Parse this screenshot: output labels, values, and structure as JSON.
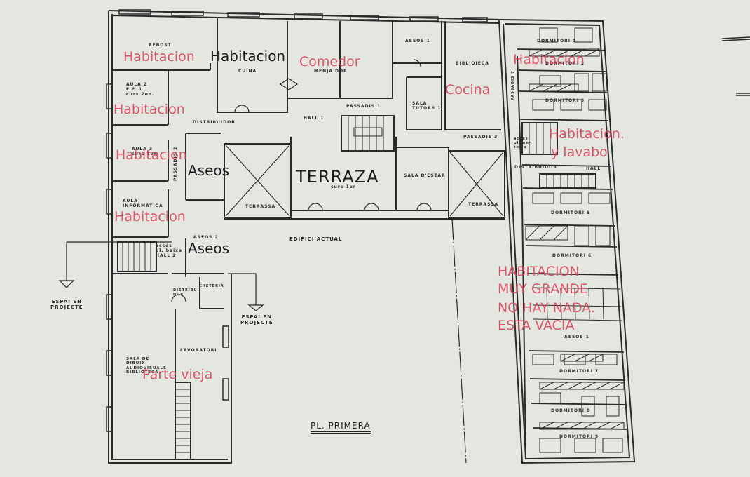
{
  "plan": {
    "title": "PL. PRIMERA",
    "colors": {
      "paper": "#e4e7df",
      "ink": "#2a2a2a",
      "annotation_red": "#d63a56",
      "annotation_black": "#1c1c1c"
    },
    "room_labels": {
      "rebost": "REBOST",
      "cuina": "CUINA",
      "menjador": "MENJA DOR",
      "aseos1_top": "ASEOS 1",
      "biblioteca": "BIBLIOIECA",
      "aula2": "AULA 2\nF.P. 1\ncurs 2on.",
      "distribuidor_top": "DISTRIBUIDOR",
      "hall1": "HALL 1",
      "passadis1": "PASSADIS 1",
      "sala_tutors": "SALA\nTUTORS 1",
      "passadis3": "PASSADIS 3",
      "aula3": "AULA 3\ncurs 1er.",
      "passadis2": "PASSADIS 2",
      "terrassa_left": "TERRASSA",
      "aula_terraza": "curs 1er",
      "sala_estar": "SALA D'ESTAR",
      "terrassa_right": "TERRASSA",
      "aula_informatica": "AULA\nINFORMATICA",
      "aseos2": "ASEOS 2",
      "hall2": "accés\npl. baixa\nHALL 2",
      "distribuidor_low": "DISTRIBUI\nDOR",
      "cheteria": "CHETERIA",
      "edifici_actual": "EDIFICI ACTUAL",
      "espai_left": "ESPAI EN\nPROJECTE",
      "espai_right": "ESPAI EN\nPROJECTE",
      "lavoratori": "LAVORATORI",
      "sala_dibuix": "SALA DE\nDIBUIX\nAUDIOVISUALS\nBIBLIOTECA",
      "passadis7": "PASSADIS 7",
      "dormitori1": "DORMITORI 1",
      "dormitori2": "DORMITORI 2",
      "dormitori3": "DORMITORI 3",
      "acces_right": "accés\npl. en-\ntorla",
      "distribuidor_right": "DISTRIBUIDOR",
      "hall_right": "HALL",
      "dormitori5": "DORMITORI 5",
      "dormitori6": "DORMITORI 6",
      "aseos_right": "ASEOS",
      "aseos1_right": "ASEOS 1",
      "dormitori7": "DORMITORI 7",
      "dormitori8": "DORMITORI 8",
      "dormitori9": "DORMITORI 9"
    },
    "annotations": [
      {
        "id": "habitacion-rebost",
        "text": "Habitacion",
        "color": "red"
      },
      {
        "id": "habitacion-cuina",
        "text": "Habitacion",
        "color": "black"
      },
      {
        "id": "comedor",
        "text": "Comedor",
        "color": "red"
      },
      {
        "id": "cocina",
        "text": "Cocina",
        "color": "red"
      },
      {
        "id": "habitacion-dormitori2",
        "text": "Habitacion",
        "color": "red"
      },
      {
        "id": "habitacion-aula2",
        "text": "Habitacion",
        "color": "red"
      },
      {
        "id": "habitacion-aula3",
        "text": "Habitacion",
        "color": "red"
      },
      {
        "id": "aseos-upper",
        "text": "Aseos",
        "color": "black"
      },
      {
        "id": "terraza",
        "text": "TERRAZA",
        "color": "black"
      },
      {
        "id": "habitacion-lavabo-line1",
        "text": "Habitacion.",
        "color": "red"
      },
      {
        "id": "habitacion-lavabo-line2",
        "text": "y lavabo",
        "color": "red"
      },
      {
        "id": "habitacion-informatica",
        "text": "Habitacion",
        "color": "red"
      },
      {
        "id": "aseos-lower",
        "text": "Aseos",
        "color": "black"
      },
      {
        "id": "big-room-line1",
        "text": "HABITACION",
        "color": "red"
      },
      {
        "id": "big-room-line2",
        "text": "MUY GRANDE",
        "color": "red"
      },
      {
        "id": "big-room-line3",
        "text": "NO HAY NADA.",
        "color": "red"
      },
      {
        "id": "big-room-line4",
        "text": "ESTA VACIA",
        "color": "red"
      },
      {
        "id": "parte-vieja",
        "text": "Parte vieja",
        "color": "red"
      }
    ]
  }
}
